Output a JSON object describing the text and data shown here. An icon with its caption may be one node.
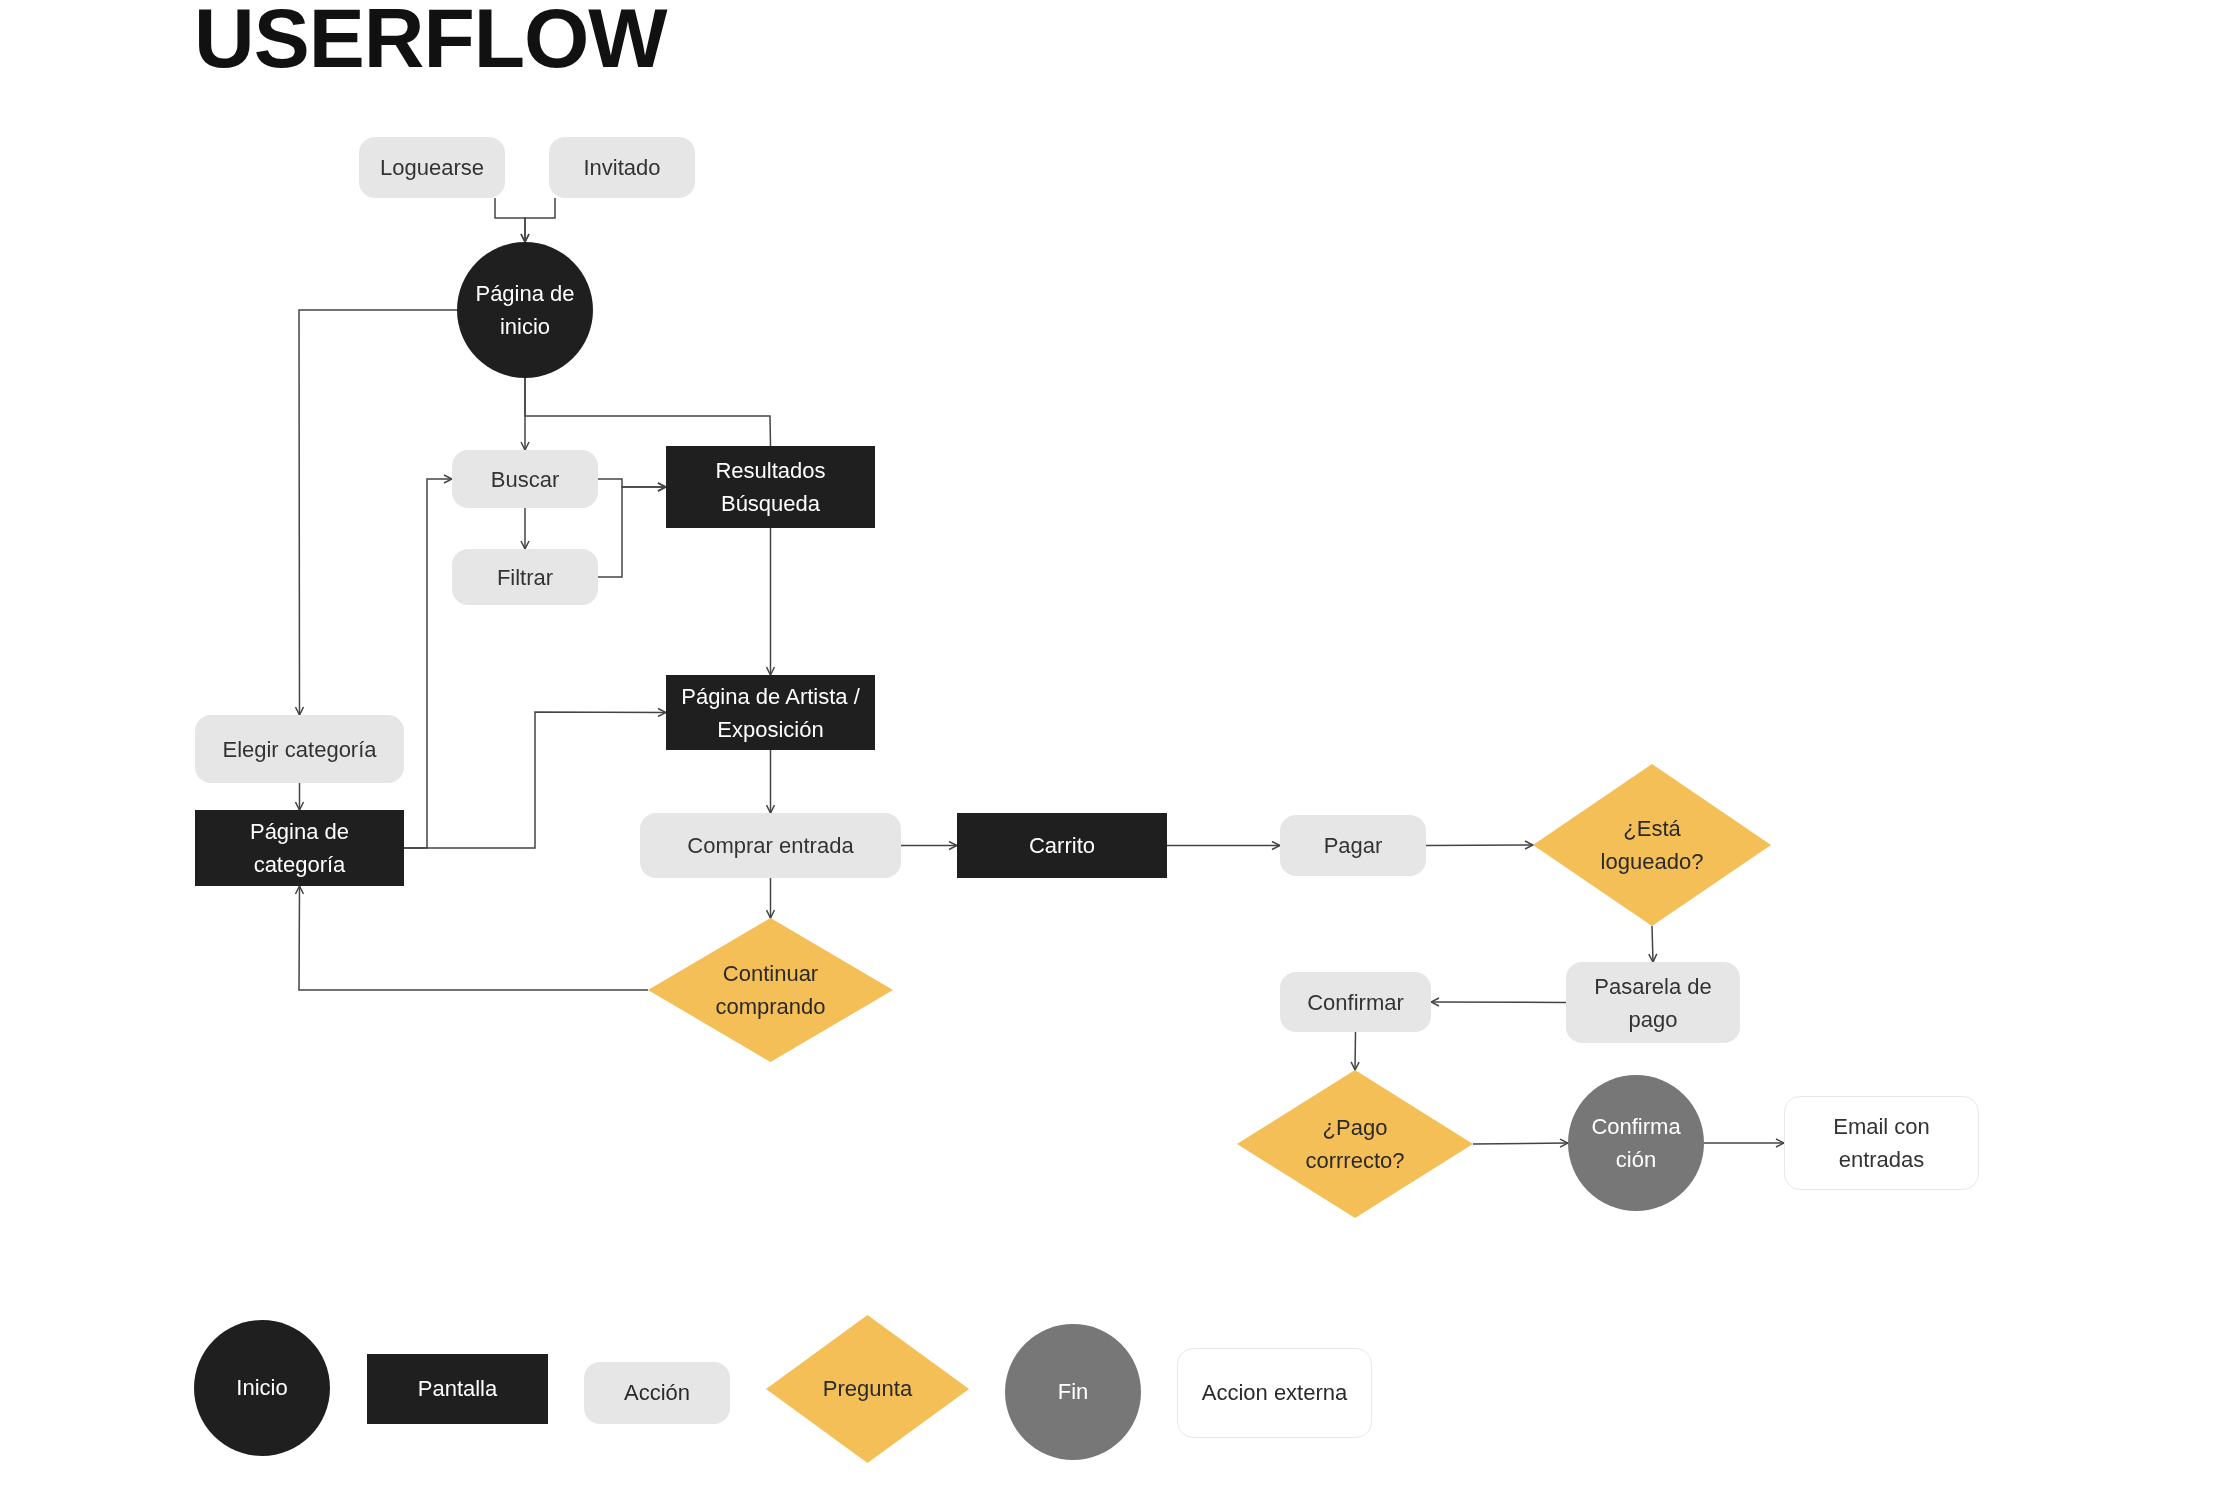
{
  "diagram": {
    "title": "USERFLOW",
    "nodes": [
      {
        "text": [
          "Loguearse"
        ]
      },
      {
        "text": [
          "Invitado"
        ]
      },
      {
        "text": [
          "Página de inicio"
        ]
      },
      {
        "text": [
          "Buscar"
        ]
      },
      {
        "text": [
          "Resultados Búsqueda"
        ]
      },
      {
        "text": [
          "Filtrar"
        ]
      },
      {
        "text": [
          "Elegir categoría"
        ]
      },
      {
        "text": [
          "Página de Artista / Exposición"
        ]
      },
      {
        "text": [
          "Página de categoría"
        ]
      },
      {
        "text": [
          "Comprar entrada"
        ]
      },
      {
        "text": [
          "Carrito"
        ]
      },
      {
        "text": [
          "Pagar"
        ]
      },
      {
        "text": [
          "¿Está logueado?"
        ]
      },
      {
        "text": [
          "Continuar comprando"
        ]
      },
      {
        "text": [
          "Confirmar"
        ]
      },
      {
        "text": [
          "Pasarela de pago"
        ]
      },
      {
        "text": [
          "¿Pago corrrecto?"
        ]
      },
      {
        "text": [
          "Confirma ción"
        ]
      },
      {
        "text": [
          "Email con entradas"
        ]
      }
    ],
    "edges": [
      {
        "from": 0,
        "to": 2,
        "arrow": "to"
      },
      {
        "from": 1,
        "to": 2,
        "arrow": "to"
      },
      {
        "from": 2,
        "to": 6,
        "arrow": "to"
      },
      {
        "from": 2,
        "to": 3,
        "arrow": "to"
      },
      {
        "from": 2,
        "to": 4,
        "arrow": "none"
      },
      {
        "from": 3,
        "to": 5,
        "arrow": "to"
      },
      {
        "from": 3,
        "to": 4,
        "arrow": "to"
      },
      {
        "from": 5,
        "to": 4,
        "arrow": "to"
      },
      {
        "from": 6,
        "to": 8,
        "arrow": "to"
      },
      {
        "from": 8,
        "to": 3,
        "arrow": "to"
      },
      {
        "from": 8,
        "to": 7,
        "arrow": "to"
      },
      {
        "from": 4,
        "to": 7,
        "arrow": "to"
      },
      {
        "from": 7,
        "to": 9,
        "arrow": "to"
      },
      {
        "from": 9,
        "to": 10,
        "arrow": "to"
      },
      {
        "from": 9,
        "to": 13,
        "arrow": "to"
      },
      {
        "from": 13,
        "to": 8,
        "arrow": "to"
      },
      {
        "from": 10,
        "to": 11,
        "arrow": "to"
      },
      {
        "from": 11,
        "to": 12,
        "arrow": "to"
      },
      {
        "from": 12,
        "to": 15,
        "arrow": "to"
      },
      {
        "from": 15,
        "to": 14,
        "arrow": "to"
      },
      {
        "from": 14,
        "to": 16,
        "arrow": "to"
      },
      {
        "from": 16,
        "to": 17,
        "arrow": "to"
      },
      {
        "from": 17,
        "to": 18,
        "arrow": "to"
      }
    ],
    "legend": [
      {
        "text": "Inicio",
        "color": "#1f1f1f"
      },
      {
        "text": "Pantalla",
        "color": "#1f1f1f"
      },
      {
        "text": "Acción",
        "color": "#e6e6e6"
      },
      {
        "text": "Pregunta",
        "color": "#f4bf57"
      },
      {
        "text": "Fin",
        "color": "#777777"
      },
      {
        "text": "Accion externa",
        "color": "#ffffff"
      }
    ]
  }
}
